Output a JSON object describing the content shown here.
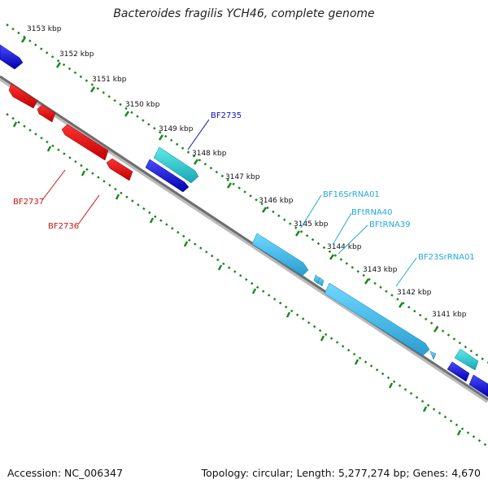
{
  "title": "Bacteroides fragilis YCH46, complete genome",
  "footer": {
    "accession": "Accession: NC_006347",
    "summary": "Topology: circular; Length: 5,277,274 bp; Genes: 4,670"
  },
  "colors": {
    "backbone": "#777777",
    "ticks": "#1a8a1a",
    "forward_gene": "#1515e0",
    "reverse_gene": "#ee1111",
    "rna_gene": "#45c6ee",
    "trna_gene": "#36d4d4",
    "label_blue": "#1010c0",
    "label_red": "#cc1111",
    "label_cyan": "#22a8dd"
  },
  "ticks": [
    "3153 kbp",
    "3152 kbp",
    "3151 kbp",
    "3150 kbp",
    "3149 kbp",
    "3148 kbp",
    "3147 kbp",
    "3146 kbp",
    "3145 kbp",
    "3144 kbp",
    "3143 kbp",
    "3142 kbp",
    "3141 kbp"
  ],
  "genes": [
    {
      "name": "BF2735",
      "strand": "forward",
      "type": "cds"
    },
    {
      "name": "BF2737",
      "strand": "reverse",
      "type": "cds"
    },
    {
      "name": "BF2736",
      "strand": "reverse",
      "type": "cds"
    },
    {
      "name": "BF16SrRNA01",
      "strand": "forward",
      "type": "rRNA"
    },
    {
      "name": "BFtRNA40",
      "strand": "forward",
      "type": "tRNA"
    },
    {
      "name": "BFtRNA39",
      "strand": "forward",
      "type": "tRNA"
    },
    {
      "name": "BF23SrRNA01",
      "strand": "forward",
      "type": "rRNA"
    }
  ]
}
